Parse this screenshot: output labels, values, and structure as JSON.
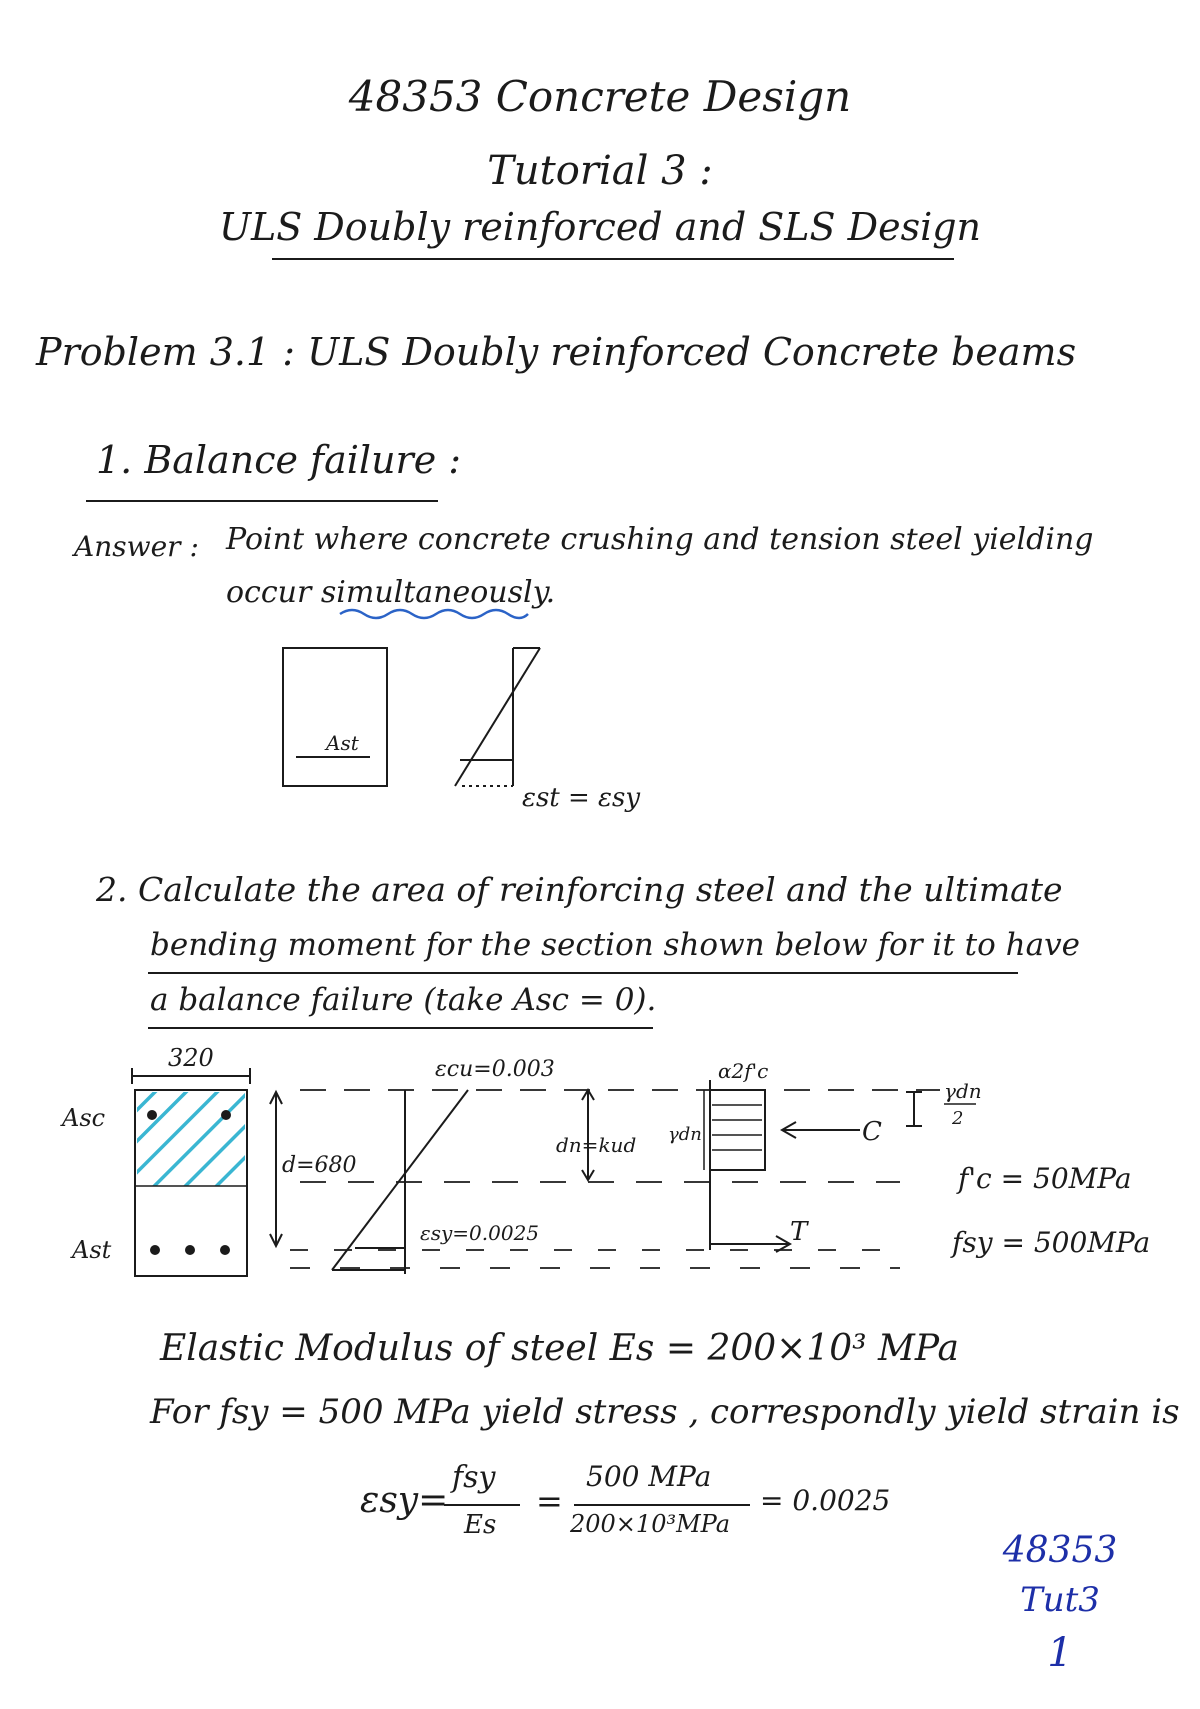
{
  "header": {
    "course": "48353 Concrete Design",
    "tutorial": "Tutorial 3 :",
    "topic": "ULS Doubly reinforced and SLS Design"
  },
  "problem": {
    "heading": "Problem 3.1 : ULS Doubly reinforced Concrete beams"
  },
  "section1": {
    "heading": "1. Balance failure :",
    "answer_label": "Answer :",
    "answer_line1": "Point where concrete crushing and tension steel yielding",
    "answer_line2_pre": "occur ",
    "answer_line2_word": "simultaneously",
    "answer_line2_post": ".",
    "fig_ast": "Ast",
    "fig_strain": "εst = εsy"
  },
  "section2": {
    "line1": "2. Calculate the area of reinforcing steel and the ultimate",
    "line2": "bending moment for the section shown below for it to have",
    "line3": "a balance failure (take Asc = 0).",
    "fig": {
      "width": "320",
      "asc": "Asc",
      "ast": "Ast",
      "d": "d=680",
      "ecu": "εcu=0.003",
      "esy": "εsy=0.0025",
      "dn": "dn=kud",
      "gdn": "γdn",
      "a2fc": "α2f'c",
      "gdn2_num": "γdn",
      "gdn2_den": "2",
      "c": "C",
      "t": "T",
      "fc": "f'c = 50MPa",
      "fsy": "fsy = 500MPa"
    }
  },
  "calc": {
    "line1": "Elastic Modulus of steel  Es = 200×10³ MPa",
    "line2": "For fsy = 500 MPa  yield stress , correspondly yield strain is",
    "lhs": "εsy=",
    "frac1_num": "fsy",
    "frac1_den": "Es",
    "eq": "=",
    "frac2_num": "500 MPa",
    "frac2_den": "200×10³MPa",
    "result": "= 0.0025"
  },
  "stamp": {
    "code": "48353",
    "tut": "Tut3",
    "page": "1"
  }
}
